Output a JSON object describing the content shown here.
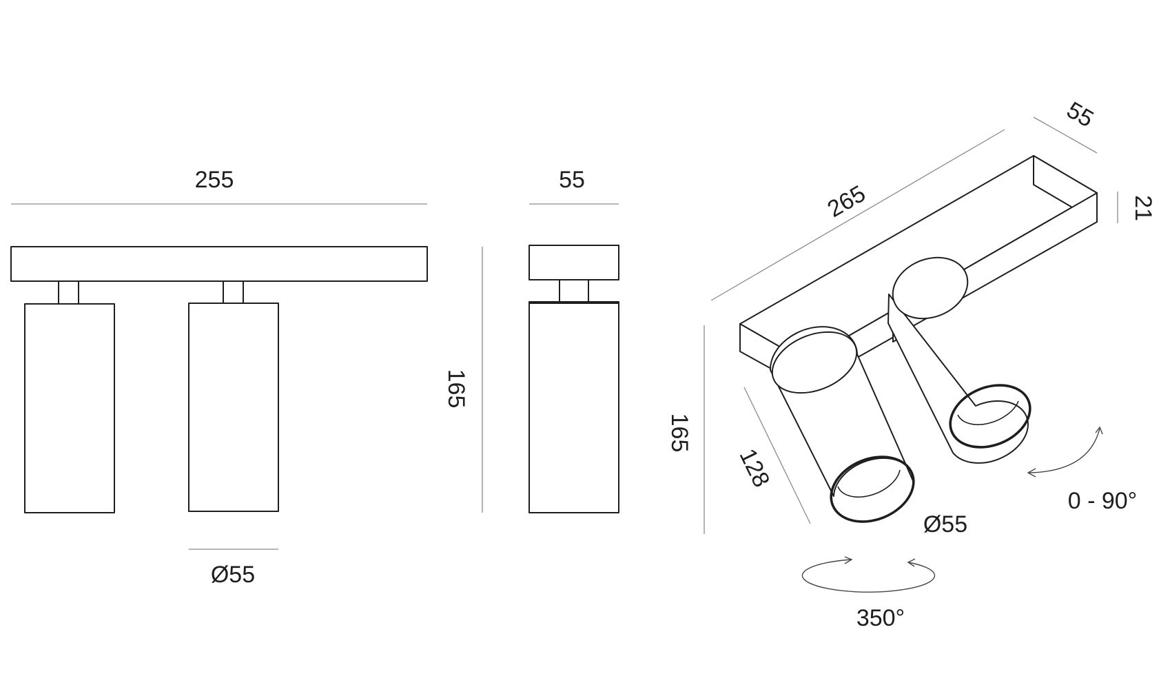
{
  "labels": {
    "front_width": "255",
    "front_diameter": "Ø55",
    "side_width": "55",
    "side_height": "165",
    "iso_length": "265",
    "iso_depth": "55",
    "iso_thickness": "21",
    "iso_height": "165",
    "iso_spot_length": "128",
    "iso_diameter": "Ø55",
    "tilt_range": "0 - 90°",
    "rotation": "350°"
  },
  "colors": {
    "line": "#1e1e1e",
    "dimension_line": "#8a8a8a"
  }
}
